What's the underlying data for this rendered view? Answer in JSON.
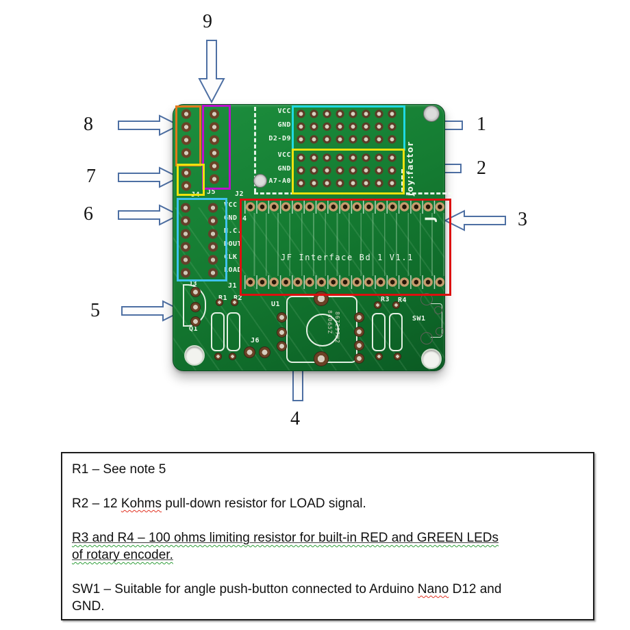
{
  "callouts": {
    "n1": "1",
    "n2": "2",
    "n3": "3",
    "n4": "4",
    "n5": "5",
    "n6": "6",
    "n7": "7",
    "n8": "8",
    "n9": "9"
  },
  "board": {
    "silkscreen": {
      "title": "JF Interface Bd 1 V1.1",
      "brand_vertical": "joy:factor",
      "brand_logo": "J",
      "grid1_labels": [
        "VCC",
        "GND",
        "D2-D9"
      ],
      "grid2_labels": [
        "VCC",
        "GND",
        "A7-A0"
      ],
      "j3_pin_labels": [
        "VCC",
        "GND",
        "N.C.",
        "DOUT",
        "CLK",
        "LOAD"
      ],
      "connector_labels": {
        "j4": "J4",
        "j5": "J5",
        "j2": "J2",
        "j3": "J3",
        "j1": "J1",
        "j6": "J6",
        "pin4": "4"
      },
      "component_labels": {
        "q1": "Q1",
        "r1": "R1",
        "r2": "R2",
        "u1": "U1",
        "r3": "R3",
        "r4": "R4",
        "sw1": "SW1"
      },
      "lot_codes": [
        "84065Z",
        "867297H2"
      ]
    }
  },
  "notes": {
    "p1": {
      "s1": "R1 – See note 5"
    },
    "p2": {
      "s1": "R2 – 12 ",
      "s2": "Kohms",
      "s3": " pull-down resistor for LOAD signal."
    },
    "p3": {
      "s1": "R3 and R4 – 100 ohms limiting resistor for built-in RED and GREEN LEDs",
      "s2": "of rotary encoder."
    },
    "p4": {
      "s1": "SW1 – Suitable for angle push-button connected to Arduino ",
      "s2": "Nano",
      "s3": " D12 and",
      "s4": "GND."
    }
  },
  "colors": {
    "highlight_cyan": "#1fd9e4",
    "highlight_yellow": "#efe20e",
    "highlight_red": "#dd0f0f",
    "highlight_orange": "#e2791b",
    "highlight_purple": "#bb11cc",
    "highlight_lightblue": "#3fc2ef",
    "arrow_stroke": "#4d6fa3",
    "pcb_green": "#157c32",
    "silkscreen_white": "#eef7ec"
  }
}
